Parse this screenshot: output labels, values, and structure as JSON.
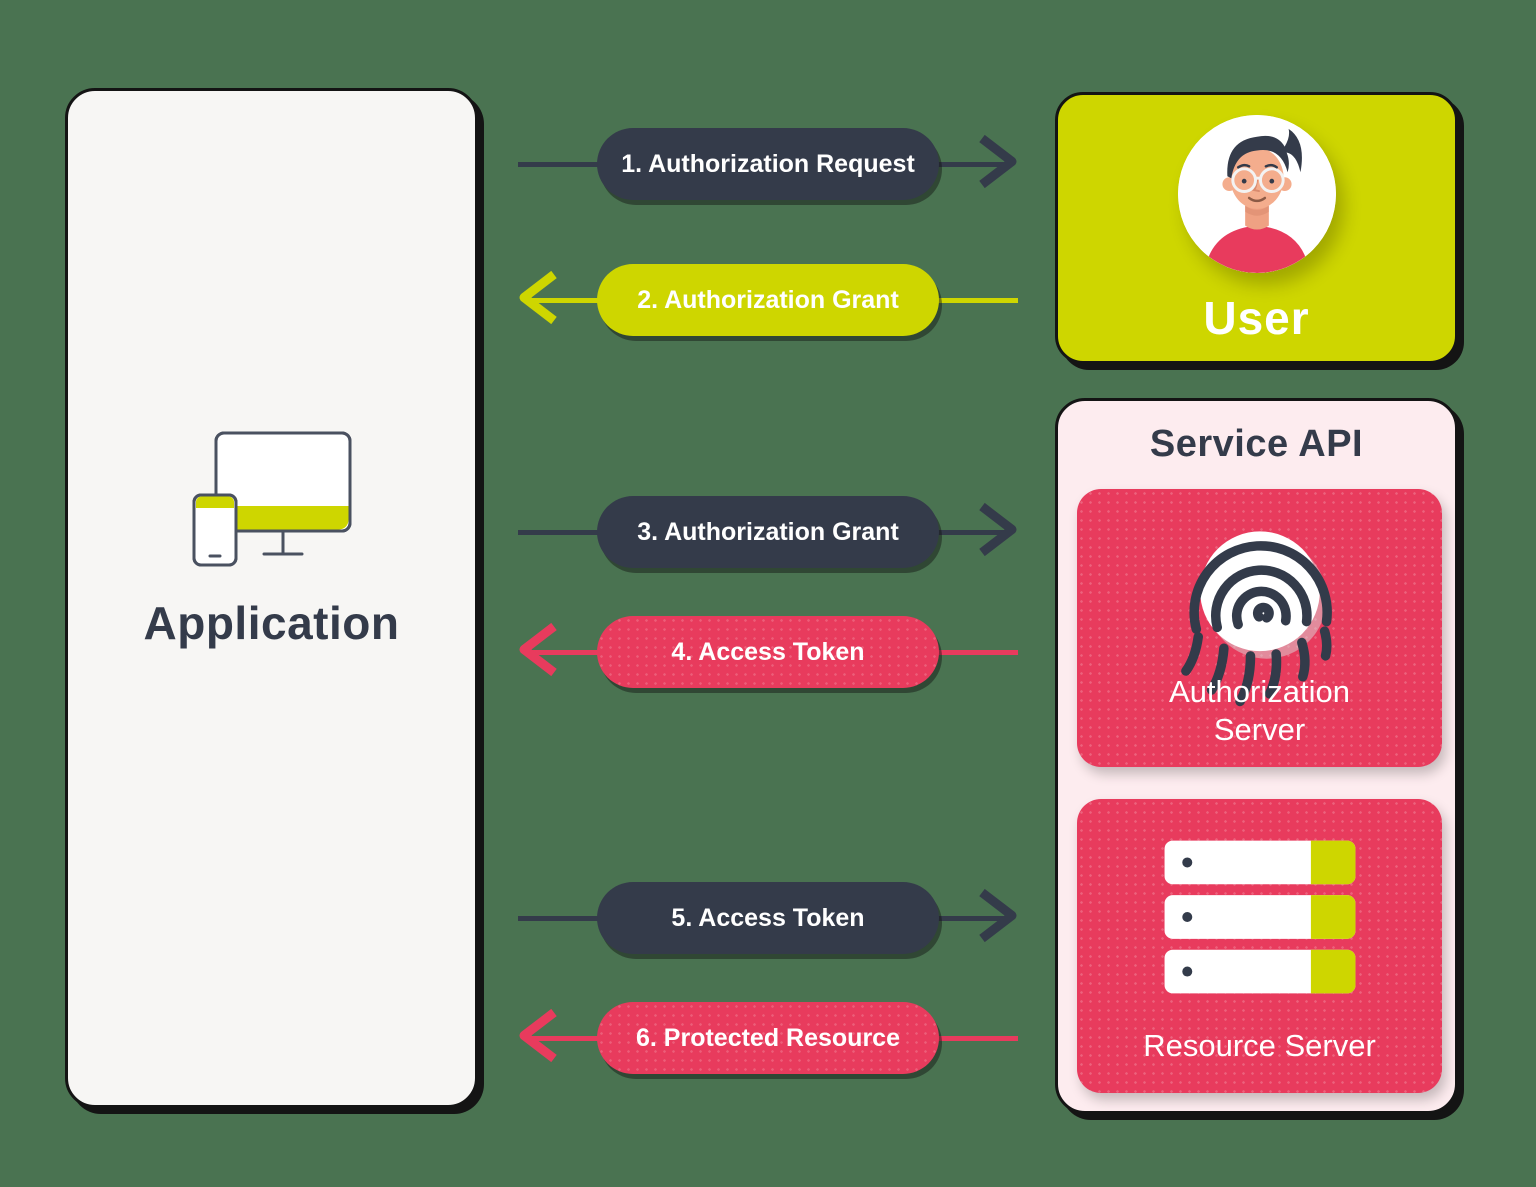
{
  "background_color": "#4a7351",
  "palette": {
    "dark_navy": "#343b4a",
    "lime": "#ced600",
    "red": "#e83b5d",
    "light_pink": "#fdecef",
    "panel_white": "#f7f6f4",
    "outline_black": "#141414",
    "text_white": "#ffffff"
  },
  "application": {
    "label": "Application",
    "icon": "devices-icon"
  },
  "user": {
    "label": "User",
    "icon": "user-avatar-icon"
  },
  "service_api": {
    "title": "Service API",
    "authorization_server": {
      "label": "Authorization Server",
      "icon": "fingerprint-icon"
    },
    "resource_server": {
      "label": "Resource Server",
      "icon": "server-rack-icon"
    }
  },
  "flows": [
    {
      "step": 1,
      "label": "1. Authorization Request",
      "direction": "right",
      "color": "#343b4a"
    },
    {
      "step": 2,
      "label": "2. Authorization Grant",
      "direction": "left",
      "color": "#ced600"
    },
    {
      "step": 3,
      "label": "3. Authorization Grant",
      "direction": "right",
      "color": "#343b4a"
    },
    {
      "step": 4,
      "label": "4. Access Token",
      "direction": "left",
      "color": "#e83b5d"
    },
    {
      "step": 5,
      "label": "5. Access Token",
      "direction": "right",
      "color": "#343b4a"
    },
    {
      "step": 6,
      "label": "6. Protected Resource",
      "direction": "left",
      "color": "#e83b5d"
    }
  ]
}
